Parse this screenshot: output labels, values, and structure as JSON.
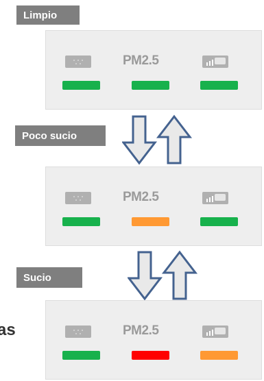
{
  "states": [
    {
      "label": "Limpio",
      "pm_label": "PM2.5",
      "indicators": [
        "green",
        "green",
        "green"
      ]
    },
    {
      "label": "Poco sucio",
      "pm_label": "PM2.5",
      "indicators": [
        "green",
        "orange",
        "green"
      ]
    },
    {
      "label": "Sucio",
      "pm_label": "PM2.5",
      "indicators": [
        "green",
        "red",
        "orange"
      ]
    }
  ],
  "side_text": "as",
  "colors": {
    "green": "#17b14c",
    "orange": "#ff9933",
    "red": "#ff0000",
    "tag_bg": "#7f7f7f",
    "panel_bg": "#eeeeee",
    "arrow_stroke": "#44628f"
  }
}
